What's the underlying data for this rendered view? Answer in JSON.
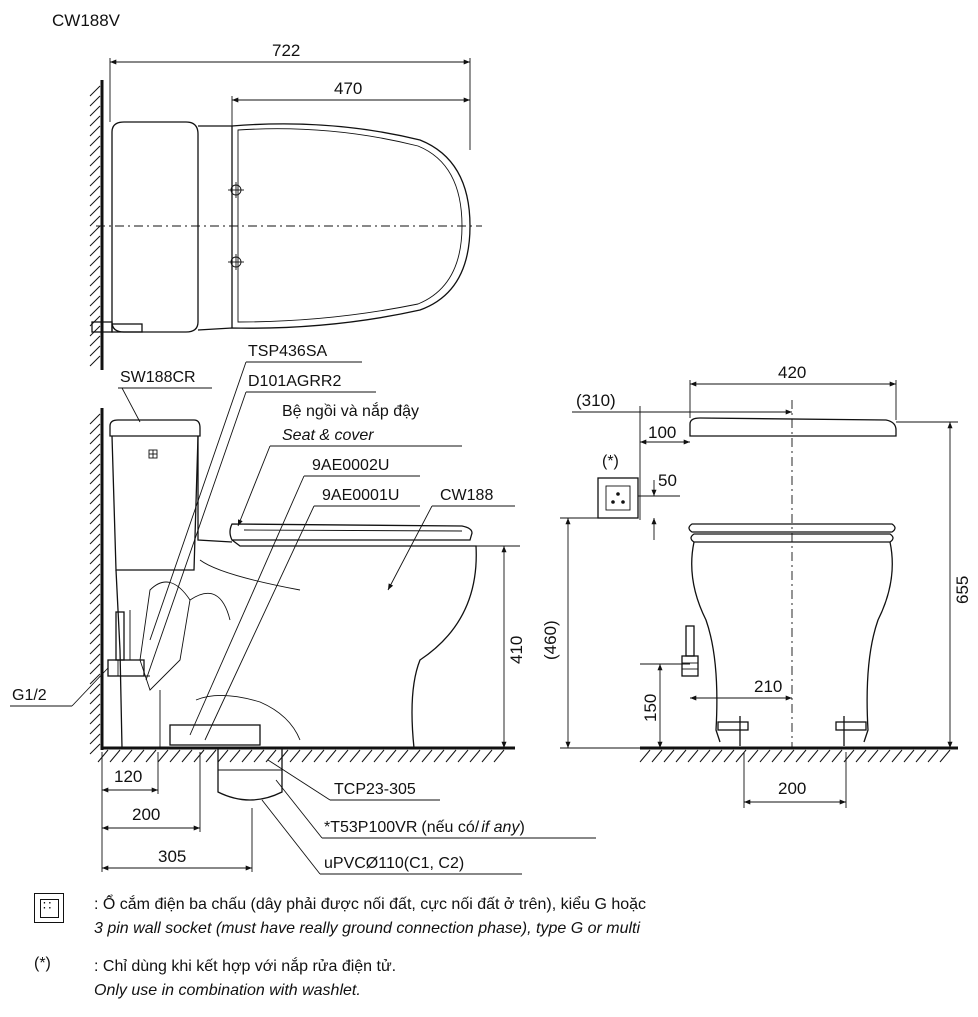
{
  "model_title": "CW188V",
  "dimensions": {
    "top_overall": "722",
    "top_seat": "470",
    "side_height": "410",
    "floor_120": "120",
    "floor_200": "200",
    "floor_305": "305",
    "front_width": "420",
    "front_310": "(310)",
    "front_100": "100",
    "front_50": "50",
    "front_460": "(460)",
    "front_655": "655",
    "front_210": "210",
    "front_150": "150",
    "front_bottom_200": "200"
  },
  "part_labels": {
    "tank": "SW188CR",
    "seat_code_1": "TSP436SA",
    "seat_code_2": "D101AGRR2",
    "seat_vi": "Bệ ngồi và nắp đậy",
    "seat_en": "Seat & cover",
    "part_9ae0002u": "9AE0002U",
    "part_9ae0001u": "9AE0001U",
    "bowl": "CW188",
    "g_half": "G1/2",
    "tcp": "TCP23-305",
    "t53_code": "*T53P100VR",
    "t53_vi": "(nếu có/",
    "t53_en": "if any",
    "t53_close": ")",
    "upvc": "uPVCØ110(C1, C2)",
    "asterisk": "(*)"
  },
  "legend": {
    "socket_vi": ": Ổ cắm điện ba chấu (dây phải được nối đất, cực nối đất ở trên), kiểu G hoặc",
    "socket_en": "3 pin wall socket (must have really ground connection phase), type G or multi",
    "note_key": "(*)",
    "note_vi": ": Chỉ dùng khi kết hợp với nắp rửa điện tử.",
    "note_en": "Only use in combination with washlet."
  }
}
